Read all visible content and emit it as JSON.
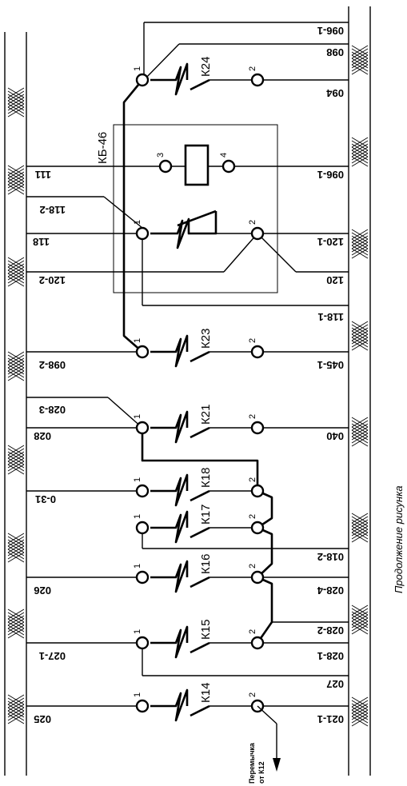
{
  "caption": "Продолжение рисунка",
  "relay_block": {
    "name": "КБ-46"
  },
  "relays": [
    {
      "id": "k24",
      "label": "К24"
    },
    {
      "id": "k23",
      "label": "К23"
    },
    {
      "id": "k21",
      "label": "К21"
    },
    {
      "id": "k18",
      "label": "К18"
    },
    {
      "id": "k17",
      "label": "К17"
    },
    {
      "id": "k16",
      "label": "К16"
    },
    {
      "id": "k15",
      "label": "К15"
    },
    {
      "id": "k14",
      "label": "К14"
    }
  ],
  "terminal_numbers": {
    "one": "1",
    "two": "2",
    "three": "3",
    "four": "4"
  },
  "left_wires": [
    "111",
    "118-2",
    "118",
    "120-2",
    "098-2",
    "028-3",
    "028",
    "0-31",
    "026",
    "027-1",
    "025"
  ],
  "right_wires": [
    "096-1",
    "098",
    "094",
    "096-1",
    "120-1",
    "120",
    "118-1",
    "045-1",
    "040",
    "018-2",
    "028-4",
    "028-2",
    "028-1",
    "027",
    "021-1"
  ],
  "jumper": {
    "line1": "Перемычка",
    "line2": "от К12"
  }
}
